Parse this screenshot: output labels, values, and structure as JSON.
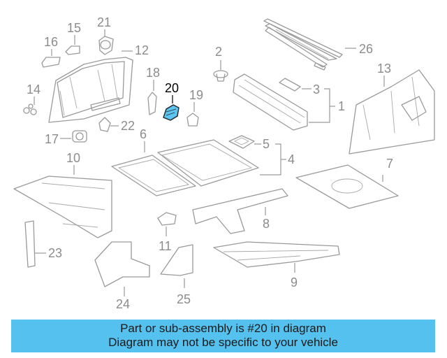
{
  "diagram": {
    "highlighted_part": "20",
    "highlight_color": "#5bc4f0",
    "callouts": [
      "1",
      "2",
      "3",
      "4",
      "5",
      "6",
      "7",
      "8",
      "9",
      "10",
      "11",
      "12",
      "13",
      "14",
      "15",
      "16",
      "17",
      "18",
      "19",
      "20",
      "21",
      "22",
      "23",
      "24",
      "25",
      "26"
    ]
  },
  "banner": {
    "line1": "Part or sub-assembly is #20 in diagram",
    "line2": "Diagram may not be specific to your vehicle",
    "color": "#55c1ef"
  }
}
